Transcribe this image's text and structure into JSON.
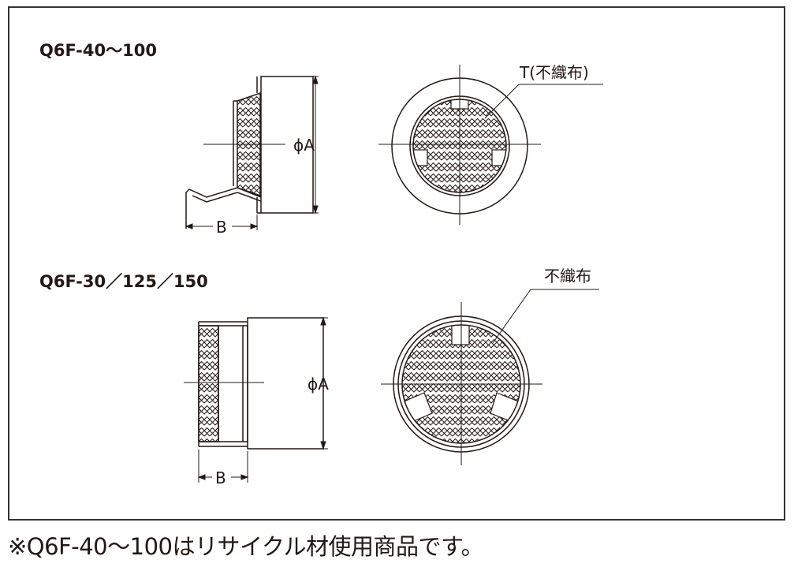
{
  "diagram": {
    "top": {
      "model": "Q6F-40～100",
      "callout": "T(不織布)",
      "dim_diameter": "ϕA",
      "dim_depth": "B"
    },
    "bottom": {
      "model": "Q6F-30／125／150",
      "callout": "不織布",
      "dim_diameter": "ϕA",
      "dim_depth": "B"
    }
  },
  "footnote": "※Q6F-40～100はリサイクル材使用商品です。"
}
